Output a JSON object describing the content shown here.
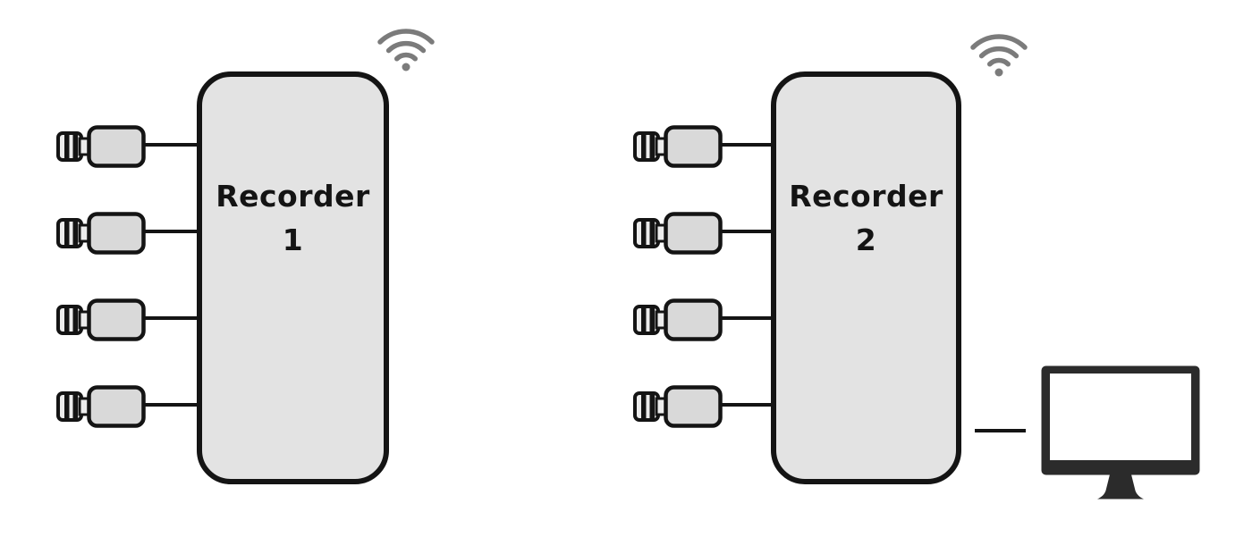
{
  "colors": {
    "background": "#ffffff",
    "box_fill": "#e3e3e3",
    "box_border": "#141414",
    "camera_fill": "#d9d9d9",
    "lens_fill": "#ececec",
    "wifi_color": "#7b7b7b",
    "monitor_color": "#2b2b2b",
    "line_color": "#141414",
    "label_color": "#141414"
  },
  "recorders": [
    {
      "name": "Recorder",
      "number": "1",
      "camera_count": 4,
      "wifi_icon": "wifi-icon",
      "camera_icon": "cctv-camera-icon",
      "monitor": false
    },
    {
      "name": "Recorder",
      "number": "2",
      "camera_count": 4,
      "wifi_icon": "wifi-icon",
      "camera_icon": "cctv-camera-icon",
      "monitor": true,
      "monitor_icon": "monitor-icon"
    }
  ],
  "layout_hints": {
    "camera_row_top_start": 140,
    "camera_row_spacing": 97
  }
}
